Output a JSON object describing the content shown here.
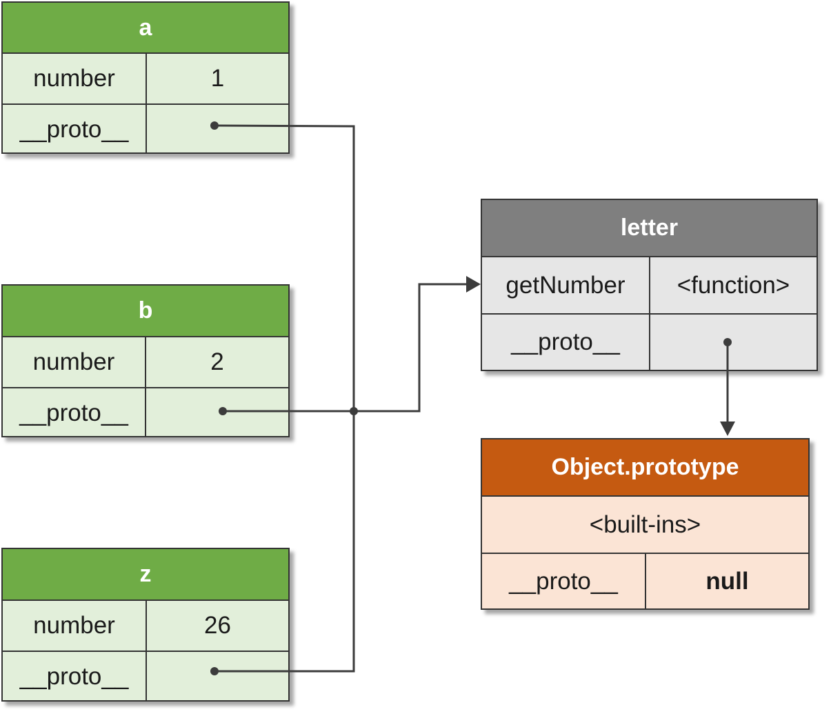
{
  "objects": {
    "a": {
      "title": "a",
      "key1": "number",
      "value1": "1",
      "key2": "__proto__"
    },
    "b": {
      "title": "b",
      "key1": "number",
      "value1": "2",
      "key2": "__proto__"
    },
    "z": {
      "title": "z",
      "key1": "number",
      "value1": "26",
      "key2": "__proto__"
    }
  },
  "letter": {
    "title": "letter",
    "key1": "getNumber",
    "value1": "<function>",
    "key2": "__proto__"
  },
  "object_prototype": {
    "title": "Object.prototype",
    "builtins": "<built-ins>",
    "key2": "__proto__",
    "value2": "null"
  },
  "colors": {
    "object_header": "#6fac46",
    "object_body": "#e2efda",
    "letter_header": "#7f7f7f",
    "letter_body": "#e6e6e6",
    "objproto_header": "#c55a11",
    "objproto_body": "#fbe4d5",
    "line": "#3c3c3c"
  }
}
